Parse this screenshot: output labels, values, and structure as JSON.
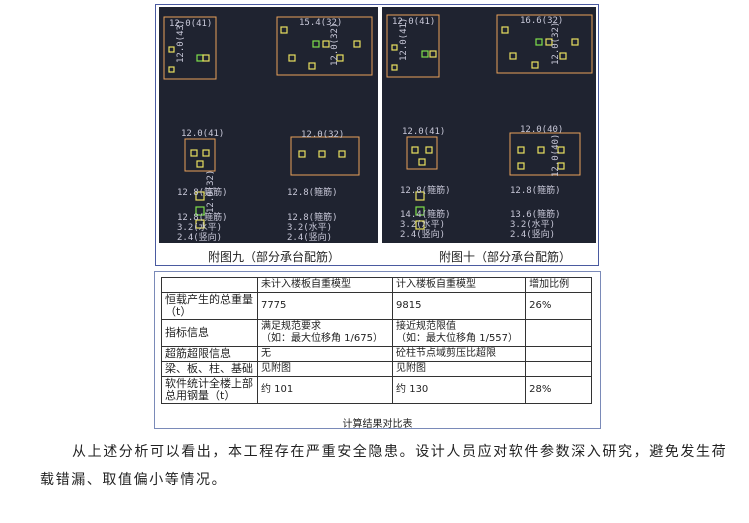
{
  "figures": {
    "left": {
      "caption": "附图九（部分承台配筋）",
      "labels": [
        "12.0(41)",
        "12.0(43)",
        "15.4(32)",
        "12.0(32)",
        "12.0(41)",
        "12.0(32)",
        "12.8(箍筋)",
        "12.8(箍筋)",
        "12.8(箍筋)",
        "12.8(箍筋)",
        "3.2(水平)",
        "3.2(水平)",
        "2.4(竖向)",
        "2.4(竖向)",
        "12.0(32)"
      ]
    },
    "right": {
      "caption": "附图十（部分承台配筋）",
      "labels": [
        "12.0(41)",
        "12.0(41)",
        "16.6(32)",
        "12.0(32)",
        "12.0(41)",
        "12.0(40)",
        "12.0(40)",
        "12.8(箍筋)",
        "12.8(箍筋)",
        "14.4(箍筋)",
        "13.6(箍筋)",
        "3.2(水平)",
        "3.2(水平)",
        "2.4(竖向)",
        "2.4(竖向)"
      ]
    }
  },
  "table": {
    "headers": [
      "",
      "未计入楼板自重模型",
      "计入楼板自重模型",
      "增加比例"
    ],
    "rows": [
      {
        "label": "恒载产生的总重量（t）",
        "a": "7775",
        "b": "9815",
        "c": "26%"
      },
      {
        "label": "指标信息",
        "a": "满足规范要求",
        "a2": "（如：最大位移角 1/675）",
        "b": "接近规范限值",
        "b2": "（如：最大位移角 1/557）",
        "c": ""
      },
      {
        "label": "超筋超限信息",
        "a": "无",
        "b": "砼柱节点域剪压比超限",
        "c": ""
      },
      {
        "label": "梁、板、柱、基础",
        "a": "见附图",
        "b": "见附图",
        "c": ""
      },
      {
        "label": "软件统计全楼上部总用钢量（t）",
        "a": "约 101",
        "b": "约 130",
        "c": "28%"
      }
    ],
    "caption": "计算结果对比表"
  },
  "paragraph": "从上述分析可以看出，本工程存在严重安全隐患。设计人员应对软件参数深入研究，避免发生荷载错漏、取值偏小等情况。",
  "colors": {
    "cad_background": "#1f2330",
    "cad_outline": "#e8a25a",
    "cad_mark_green": "#7fe04a",
    "cad_mark_yellow": "#e8e060",
    "cad_text": "#c8c8d8",
    "frame_border": "#4a5aa0"
  }
}
